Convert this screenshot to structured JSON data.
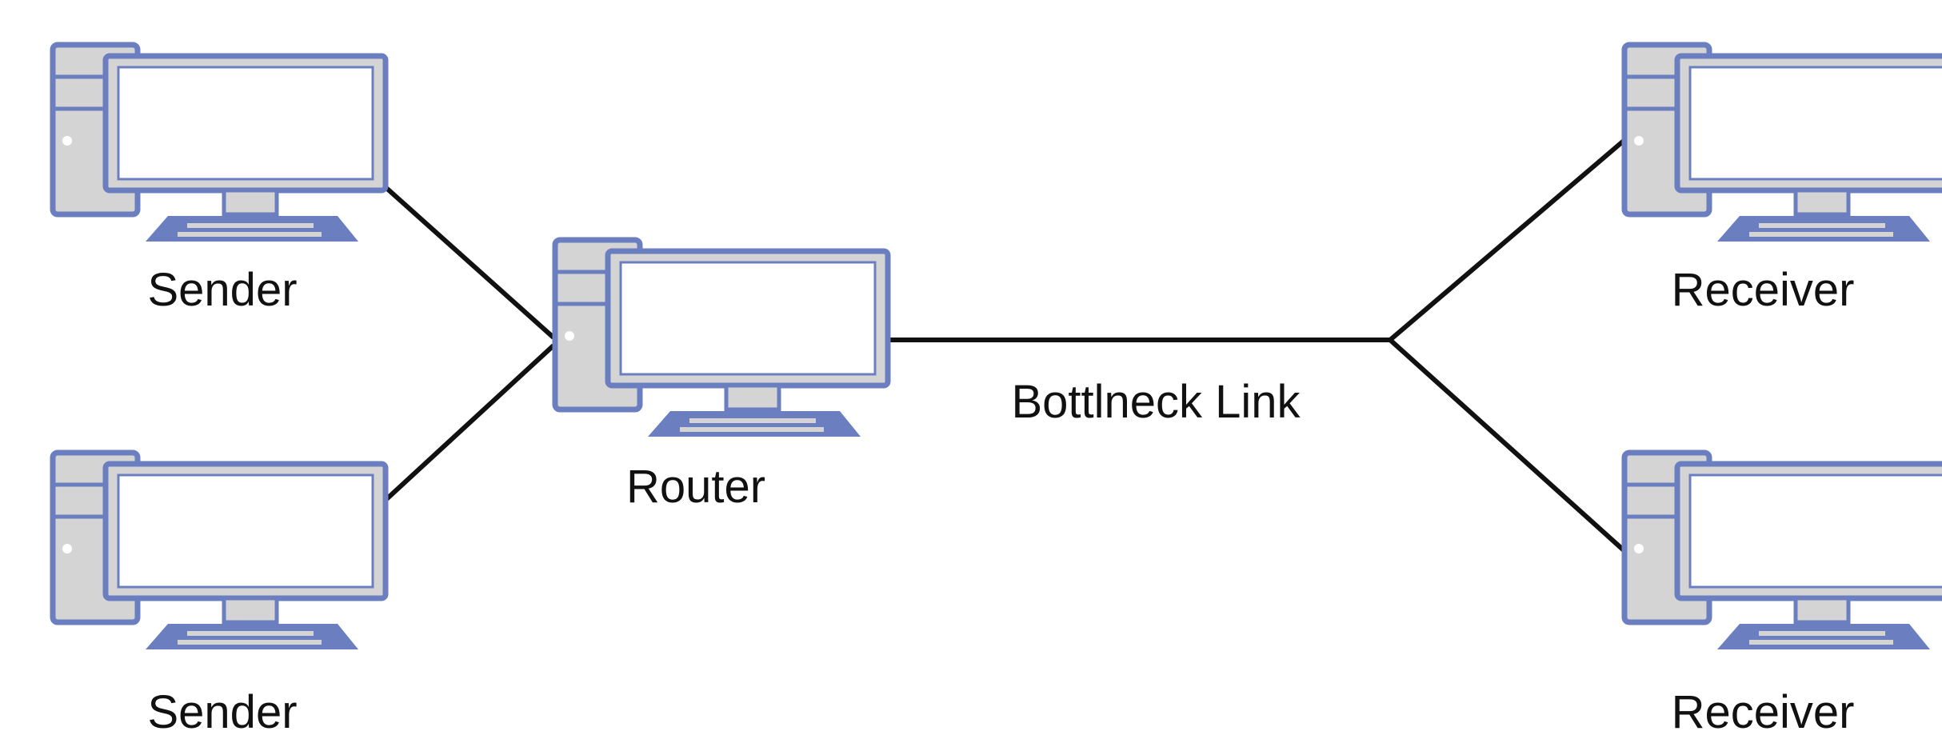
{
  "diagram": {
    "colors": {
      "outline": "#6b7fc0",
      "tower_fill": "#d4d4d4",
      "screen_fill": "#ffffff",
      "link": "#111111",
      "text": "#111111"
    },
    "nodes": [
      {
        "id": "sender-1",
        "label": "Sender",
        "icon": "desktop-computer-icon"
      },
      {
        "id": "sender-2",
        "label": "Sender",
        "icon": "desktop-computer-icon"
      },
      {
        "id": "router",
        "label": "Router",
        "icon": "desktop-computer-icon"
      },
      {
        "id": "receiver-1",
        "label": "Receiver",
        "icon": "desktop-computer-icon"
      },
      {
        "id": "receiver-2",
        "label": "Receiver",
        "icon": "desktop-computer-icon"
      }
    ],
    "links": [
      {
        "from": "sender-1",
        "to": "router",
        "label": ""
      },
      {
        "from": "sender-2",
        "to": "router",
        "label": ""
      },
      {
        "from": "router",
        "to": "receiver-1",
        "label": "Bottlneck Link"
      },
      {
        "from": "router",
        "to": "receiver-2",
        "label": "Bottlneck Link"
      }
    ],
    "bottleneck_label": "Bottlneck Link"
  }
}
